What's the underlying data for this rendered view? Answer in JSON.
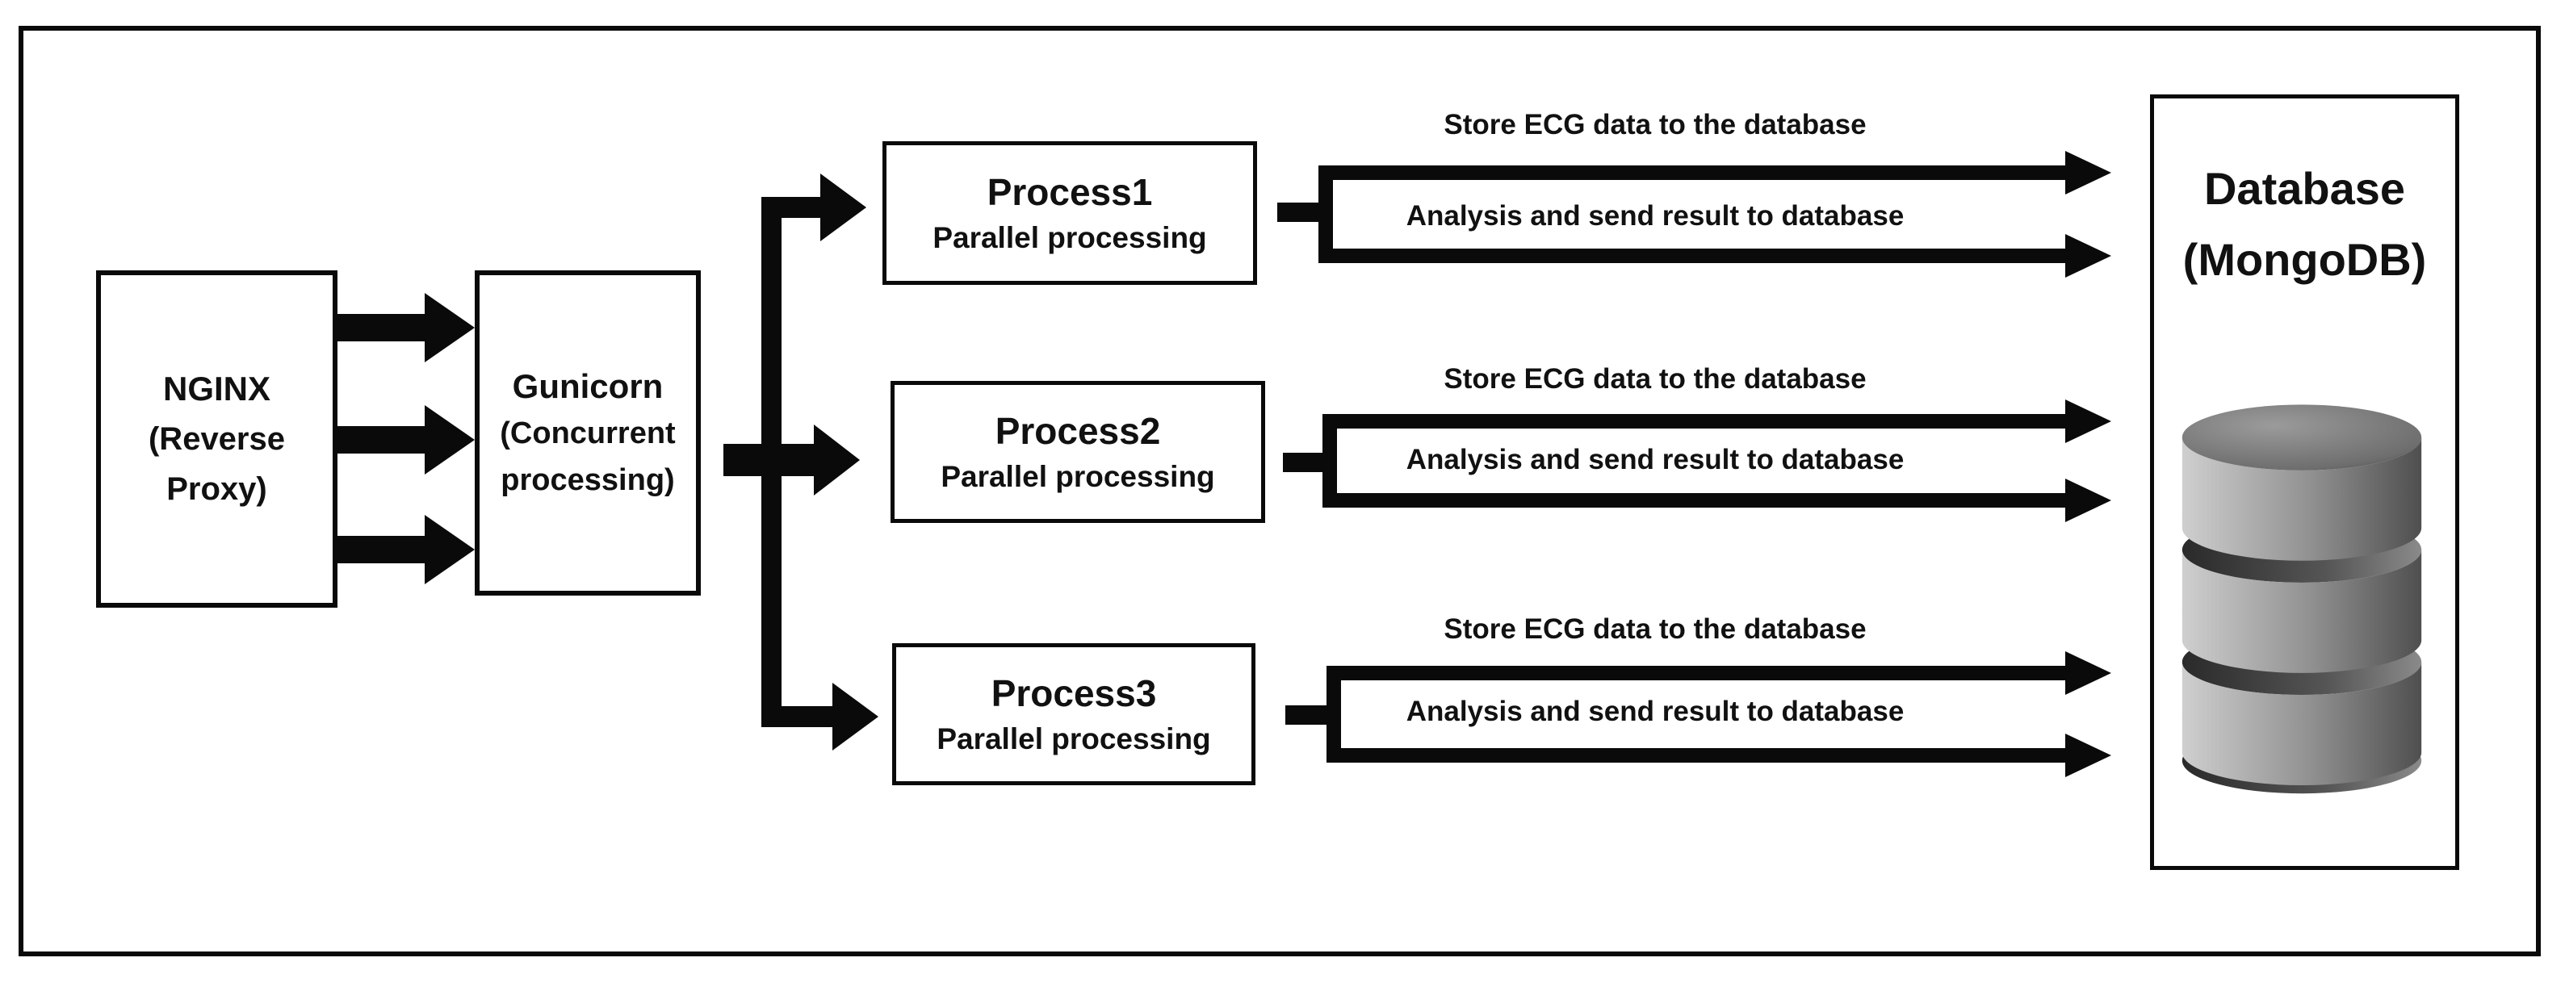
{
  "nginx": {
    "name": "NGINX",
    "sub1": "(Reverse",
    "sub2": "Proxy)"
  },
  "gunicorn": {
    "name": "Gunicorn",
    "sub1": "(Concurrent",
    "sub2": "processing)"
  },
  "processes": [
    {
      "title": "Process1",
      "subtitle": "Parallel processing",
      "store_label": "Store ECG data to the database",
      "analysis_label": "Analysis and send result to database"
    },
    {
      "title": "Process2",
      "subtitle": "Parallel processing",
      "store_label": "Store ECG data to the database",
      "analysis_label": "Analysis and send result to database"
    },
    {
      "title": "Process3",
      "subtitle": "Parallel processing",
      "store_label": "Store ECG data to the database",
      "analysis_label": "Analysis and send result to database"
    }
  ],
  "database": {
    "title": "Database",
    "subtitle": "(MongoDB)",
    "icon": "database-cylinder-icon"
  },
  "colors": {
    "line": "#0a0a0a",
    "background": "#ffffff",
    "cylinder_light": "#cfcfcf",
    "cylinder_mid": "#8f8f8f",
    "cylinder_dark": "#4f4f4f"
  }
}
